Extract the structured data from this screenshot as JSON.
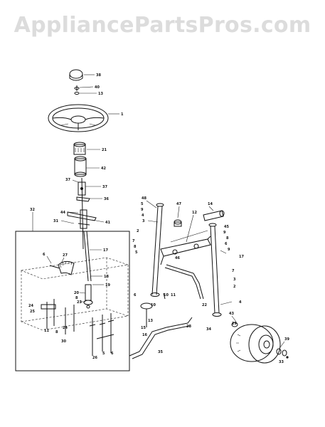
{
  "watermark": {
    "text": "AppliancePartsPros.com"
  },
  "callouts": [
    {
      "id": "c38",
      "text": "38"
    },
    {
      "id": "c40",
      "text": "40"
    },
    {
      "id": "c13a",
      "text": "13"
    },
    {
      "id": "c1",
      "text": "1"
    },
    {
      "id": "c21",
      "text": "21"
    },
    {
      "id": "c42",
      "text": "42"
    },
    {
      "id": "c37a",
      "text": "37"
    },
    {
      "id": "c37b",
      "text": "37"
    },
    {
      "id": "c36",
      "text": "36"
    },
    {
      "id": "c44",
      "text": "44"
    },
    {
      "id": "c31",
      "text": "31"
    },
    {
      "id": "c41",
      "text": "41"
    },
    {
      "id": "c32",
      "text": "32"
    },
    {
      "id": "c17a",
      "text": "17"
    },
    {
      "id": "c6a",
      "text": "6"
    },
    {
      "id": "c27",
      "text": "27"
    },
    {
      "id": "c18",
      "text": "18"
    },
    {
      "id": "c19",
      "text": "19"
    },
    {
      "id": "c20",
      "text": "20"
    },
    {
      "id": "c8a",
      "text": "8"
    },
    {
      "id": "c23",
      "text": "23"
    },
    {
      "id": "c24a",
      "text": "24"
    },
    {
      "id": "c25a",
      "text": "25"
    },
    {
      "id": "c11a",
      "text": "11"
    },
    {
      "id": "c8b",
      "text": "8"
    },
    {
      "id": "c24b",
      "text": "24"
    },
    {
      "id": "c30",
      "text": "30"
    },
    {
      "id": "c26",
      "text": "26"
    },
    {
      "id": "c5a",
      "text": "5"
    },
    {
      "id": "c6b",
      "text": "6"
    },
    {
      "id": "c48",
      "text": "48"
    },
    {
      "id": "c5b",
      "text": "5"
    },
    {
      "id": "c9a",
      "text": "9"
    },
    {
      "id": "c4a",
      "text": "4"
    },
    {
      "id": "c3a",
      "text": "3"
    },
    {
      "id": "c2a",
      "text": "2"
    },
    {
      "id": "c7a",
      "text": "7"
    },
    {
      "id": "c8c",
      "text": "8"
    },
    {
      "id": "c5c",
      "text": "5"
    },
    {
      "id": "c47",
      "text": "47"
    },
    {
      "id": "c12",
      "text": "12"
    },
    {
      "id": "c14",
      "text": "14"
    },
    {
      "id": "c45",
      "text": "45"
    },
    {
      "id": "c9b",
      "text": "9"
    },
    {
      "id": "c8d",
      "text": "8"
    },
    {
      "id": "c6c",
      "text": "6"
    },
    {
      "id": "c46",
      "text": "46"
    },
    {
      "id": "c9c",
      "text": "9"
    },
    {
      "id": "c17b",
      "text": "17"
    },
    {
      "id": "c7b",
      "text": "7"
    },
    {
      "id": "c3b",
      "text": "3"
    },
    {
      "id": "c2b",
      "text": "2"
    },
    {
      "id": "c4b",
      "text": "4"
    },
    {
      "id": "c43",
      "text": "43"
    },
    {
      "id": "c29",
      "text": "29"
    },
    {
      "id": "c10a",
      "text": "10"
    },
    {
      "id": "c6d",
      "text": "6"
    },
    {
      "id": "c10b",
      "text": "10"
    },
    {
      "id": "c11b",
      "text": "11"
    },
    {
      "id": "c13b",
      "text": "13"
    },
    {
      "id": "c15",
      "text": "15"
    },
    {
      "id": "c16",
      "text": "16"
    },
    {
      "id": "c28",
      "text": "28"
    },
    {
      "id": "c22",
      "text": "22"
    },
    {
      "id": "c34",
      "text": "34"
    },
    {
      "id": "c39",
      "text": "39"
    },
    {
      "id": "c33",
      "text": "33"
    },
    {
      "id": "c35",
      "text": "35"
    }
  ]
}
